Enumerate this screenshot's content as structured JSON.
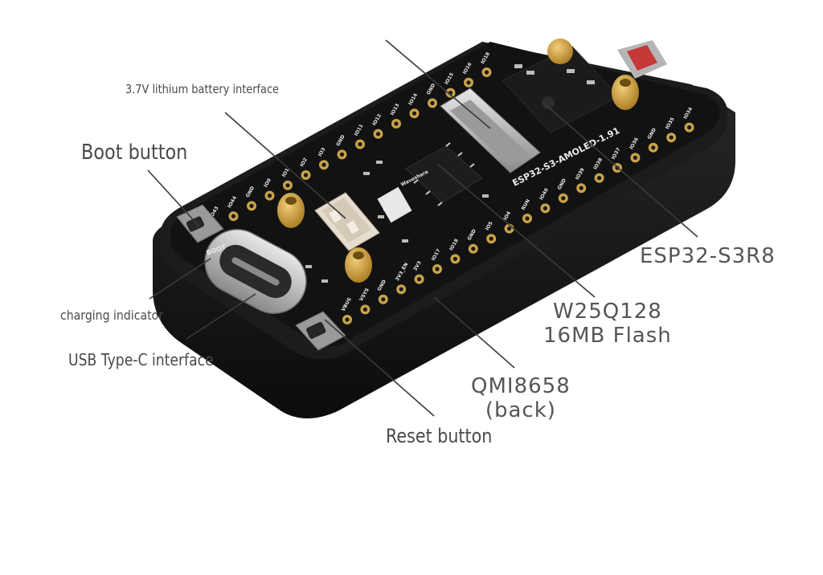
{
  "labels": {
    "battery": "3.7V lithium battery interface",
    "boot": "Boot button",
    "charging": "charging indicator",
    "usb": "USB Type-C interface",
    "reset": "Reset button",
    "esp": "ESP32-S3R8",
    "flash_line1": "W25Q128",
    "flash_line2": "16MB Flash",
    "qmi_line1": "QMI8658",
    "qmi_line2": "(back)"
  },
  "board": {
    "model": "ESP32-S3-AMOLED-1.91",
    "brand": "Waveshare",
    "boot_silk": "BOOT",
    "pins_top": [
      "IO43",
      "IO44",
      "GND",
      "IO0",
      "IO1",
      "IO2",
      "IO3",
      "GND",
      "IO11",
      "IO12",
      "IO13",
      "IO14",
      "GND",
      "IO15",
      "IO16",
      "IO18"
    ],
    "pins_bottom": [
      "VBUS",
      "VSYS",
      "GND",
      "3V3_EN",
      "3V3",
      "IO17",
      "IO18",
      "GND",
      "IO5",
      "IO4",
      "RUN",
      "IO40",
      "GND",
      "IO39",
      "IO38",
      "IO37",
      "IO36",
      "GND",
      "IO35",
      "IO34"
    ]
  },
  "colors": {
    "label_text": "#4a4a4a",
    "leader_line": "#3a3a3a",
    "case": "#1a1a1a",
    "pcb": "#141414",
    "gold_pad": "#c9a24a",
    "silkscreen": "#eaeaea"
  }
}
